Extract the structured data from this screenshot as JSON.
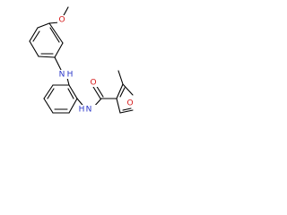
{
  "molecule": {
    "atoms": {
      "methoxy_oxygen": "O",
      "amine_nitrogen": "N",
      "amine_hydrogen": "H",
      "amide_nitrogen": "N",
      "amide_hydrogen": "H",
      "carbonyl_oxygen": "O",
      "furan_oxygen": "O"
    },
    "colors": {
      "bond": "#000000",
      "carbon": "#000000",
      "nitrogen": "#2a36c8",
      "oxygen": "#d51818",
      "background": "#ffffff"
    }
  }
}
